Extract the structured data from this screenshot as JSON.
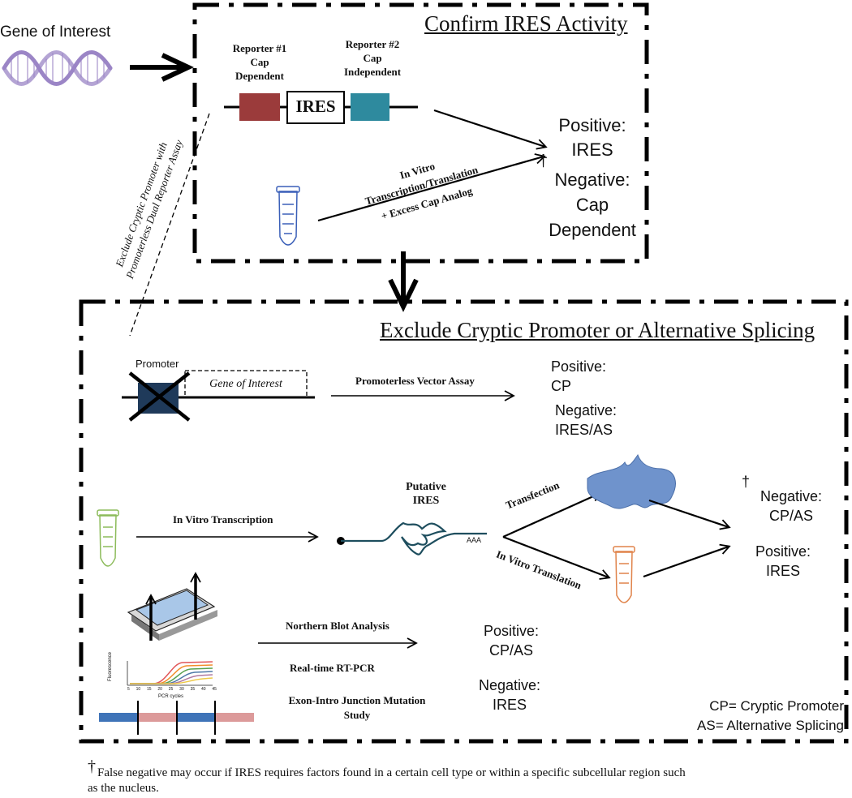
{
  "gene_of_interest": "Gene of Interest",
  "top_panel": {
    "title": "Confirm IRES Activity",
    "reporter1": [
      "Reporter #1",
      "Cap",
      "Dependent"
    ],
    "ires_box": "IRES",
    "reporter2": [
      "Reporter #2",
      "Cap",
      "Independent"
    ],
    "assay_label": [
      "In Vitro",
      "Transcription/Translation",
      "+ Excess Cap Analog"
    ],
    "result_positive": [
      "Positive:",
      "IRES"
    ],
    "dagger": "†",
    "result_negative": [
      "Negative:",
      "Cap",
      "Dependent"
    ]
  },
  "side_label": [
    "Exclude Cryptic Promoter with",
    "Promoterless Dual Reporter Assay"
  ],
  "bottom_panel": {
    "title": "Exclude Cryptic Promoter or Alternative Splicing",
    "promoter_label": "Promoter",
    "gene_box_label": "Gene of Interest",
    "promoterless_assay": "Promoterless Vector Assay",
    "promoterless_positive": [
      "Positive:",
      "CP"
    ],
    "promoterless_negative": [
      "Negative:",
      "IRES/AS"
    ],
    "in_vitro_transcription": "In Vitro Transcription",
    "putative_ires": [
      "Putative",
      "IRES"
    ],
    "polya": "AAA",
    "transfection": "Transfection",
    "in_vitro_translation": "In Vitro Translation",
    "right_dagger": "†",
    "right_negative": [
      "Negative:",
      "CP/AS"
    ],
    "right_positive": [
      "Positive:",
      "IRES"
    ],
    "northern_blot": "Northern Blot Analysis",
    "rt_pcr": "Real-time RT-PCR",
    "exon_study": [
      "Exon-Intro Junction Mutation",
      "Study"
    ],
    "blot_positive": [
      "Positive:",
      "CP/AS"
    ],
    "blot_negative": [
      "Negative:",
      "IRES"
    ],
    "legend": [
      "CP= Cryptic Promoter",
      "AS= Alternative Splicing"
    ],
    "pcr_axis_y": "Fluorescence",
    "pcr_axis_x": "PCR cycles",
    "pcr_ticks": [
      "5",
      "10",
      "15",
      "20",
      "25",
      "30",
      "35",
      "40",
      "45"
    ]
  },
  "footnote": [
    "False negative may occur if IRES requires factors found in a certain cell type or within a specific subcellular region such",
    "as the nucleus."
  ],
  "colors": {
    "reporter1": "#9b3b3b",
    "reporter2": "#2e8a9e",
    "promoter_box": "#1f3a5a",
    "dna_strand": "#9b85c6",
    "tube_top_panel": "#3a5fb8",
    "tube_transcription": "#8cbb5a",
    "tube_translation": "#e0834a",
    "cell": "#6f93cc",
    "ires_structure": "#1e4e5e",
    "exon_blue": "#3f74b8",
    "exon_pink": "#dc9a9a"
  }
}
